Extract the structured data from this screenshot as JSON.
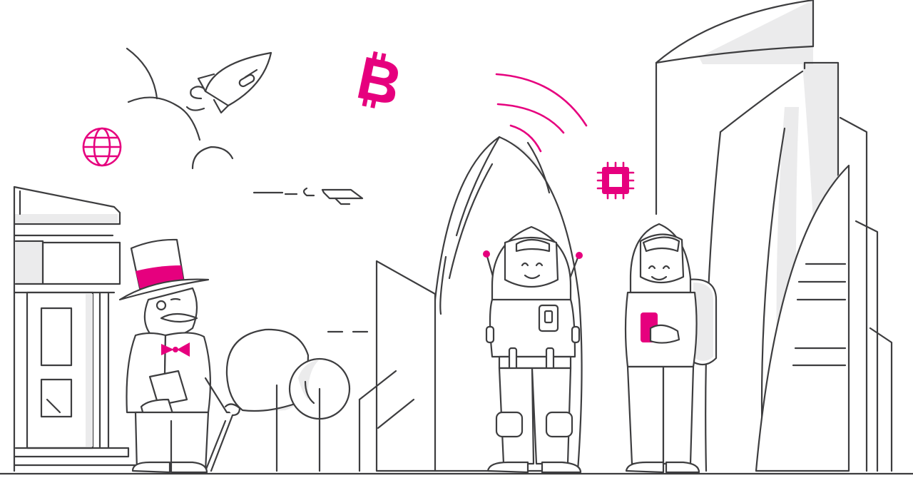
{
  "scene": {
    "background": "#ffffff",
    "line_color": "#3d3d3f",
    "accent_color": "#e6007e",
    "shade_color": "#ebebec",
    "icons": [
      "globe-icon",
      "bitcoin-icon",
      "chip-icon",
      "rocket-icon",
      "wifi-signal-icon"
    ],
    "characters": [
      "banker-with-top-hat",
      "astronaut-with-antennas",
      "astronaut-with-phone"
    ]
  }
}
